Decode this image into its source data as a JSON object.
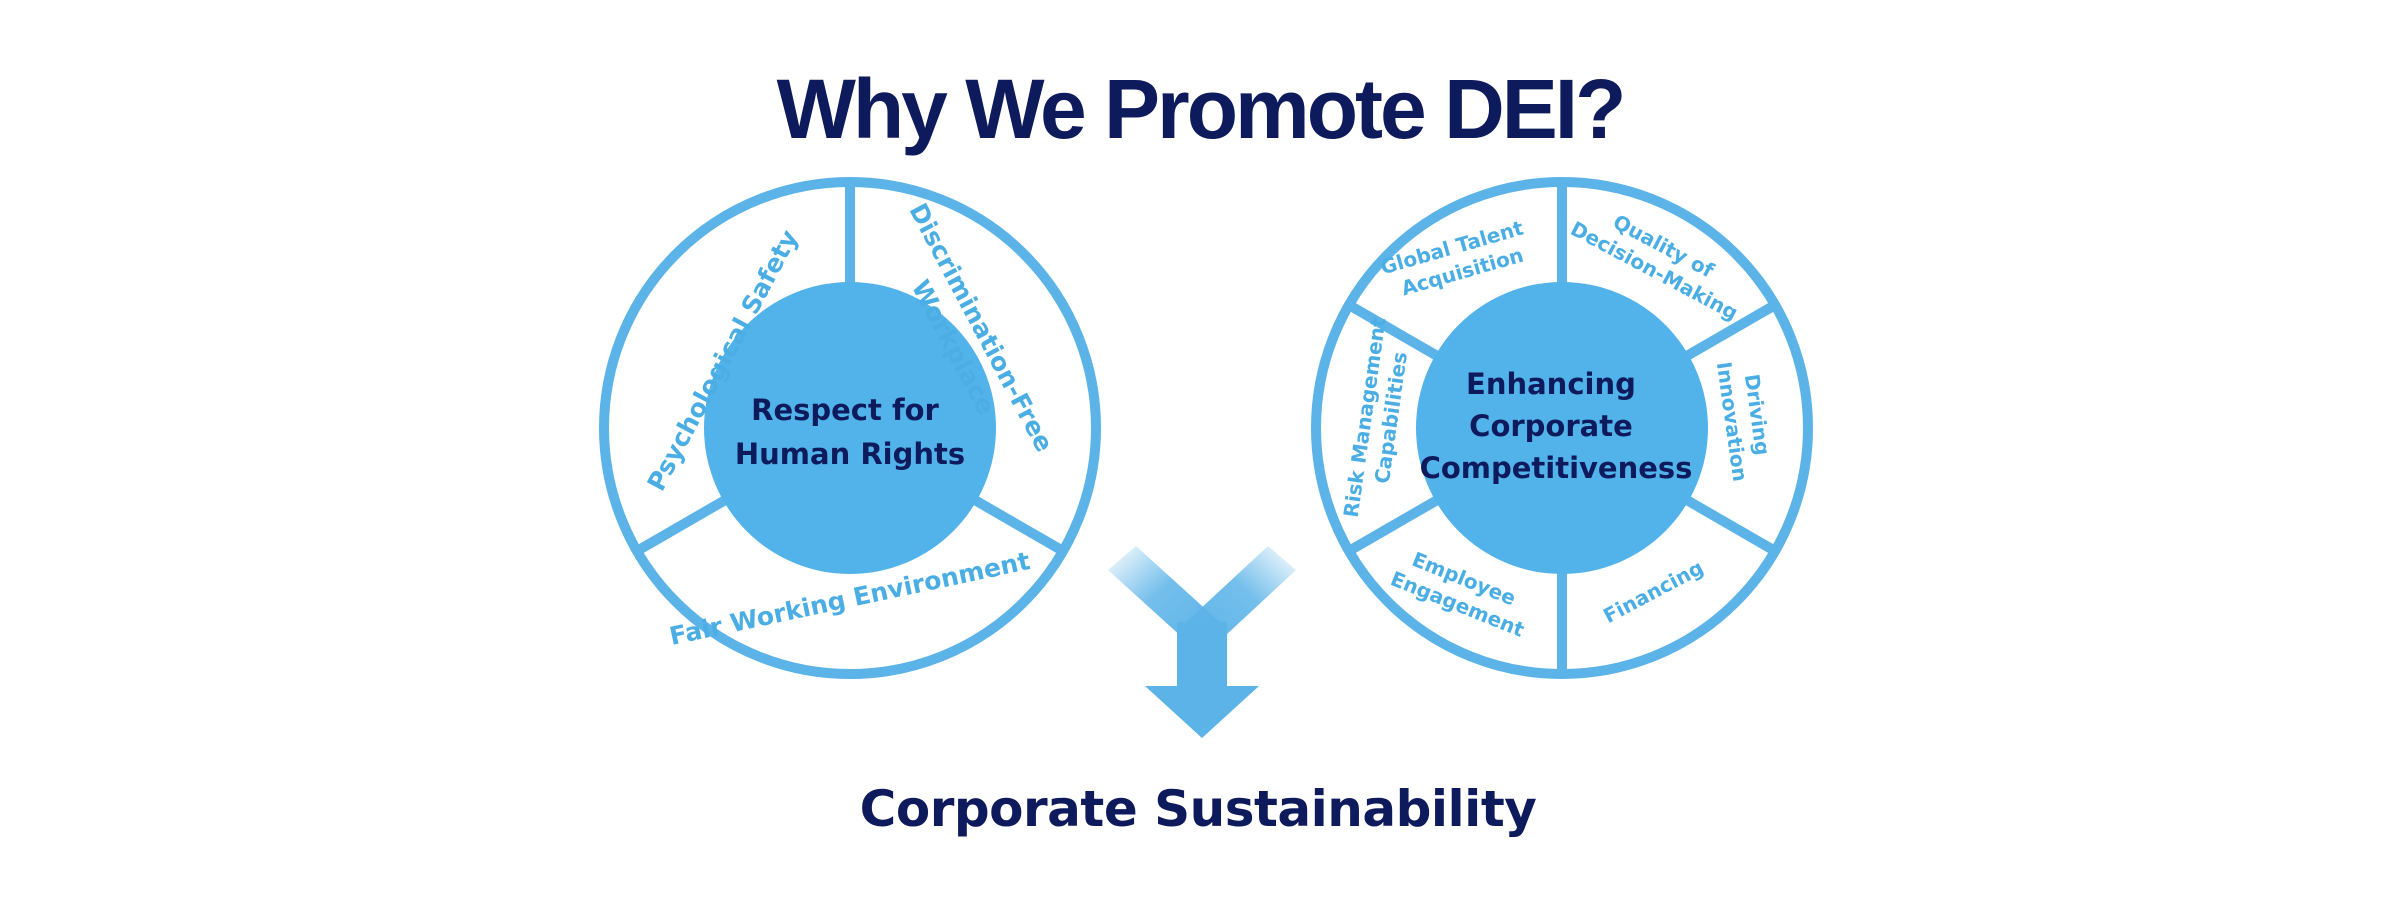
{
  "title": "Why We Promote DEI?",
  "bottom_label": "Corporate Sustainability",
  "colors": {
    "ring": "#5bb3e8",
    "hub": "#52b2ea",
    "segment_text": "#4aaee4",
    "dark_text": "#0d1a5c",
    "background": "#ffffff"
  },
  "left_wheel": {
    "center_lines": [
      "Respect for",
      "Human Rights"
    ],
    "segments": [
      {
        "label": "Psychological Safety"
      },
      {
        "label_lines": [
          "Discrimination-Free",
          "Workplace"
        ]
      },
      {
        "label": "Fair Working Environment"
      }
    ]
  },
  "right_wheel": {
    "center_lines": [
      "Enhancing",
      "Corporate",
      "Competitiveness"
    ],
    "segments": [
      {
        "label_lines": [
          "Global Talent",
          "Acquisition"
        ]
      },
      {
        "label_lines": [
          "Quality of",
          "Decision-Making"
        ]
      },
      {
        "label_lines": [
          "Driving",
          "Innovation"
        ]
      },
      {
        "label": "Financing"
      },
      {
        "label_lines": [
          "Employee",
          "Engagement"
        ]
      },
      {
        "label_lines": [
          "Risk Management",
          "Capabilities"
        ]
      }
    ]
  },
  "merge_arrow": {
    "icon": "merge-arrow-icon",
    "direction": "down"
  }
}
